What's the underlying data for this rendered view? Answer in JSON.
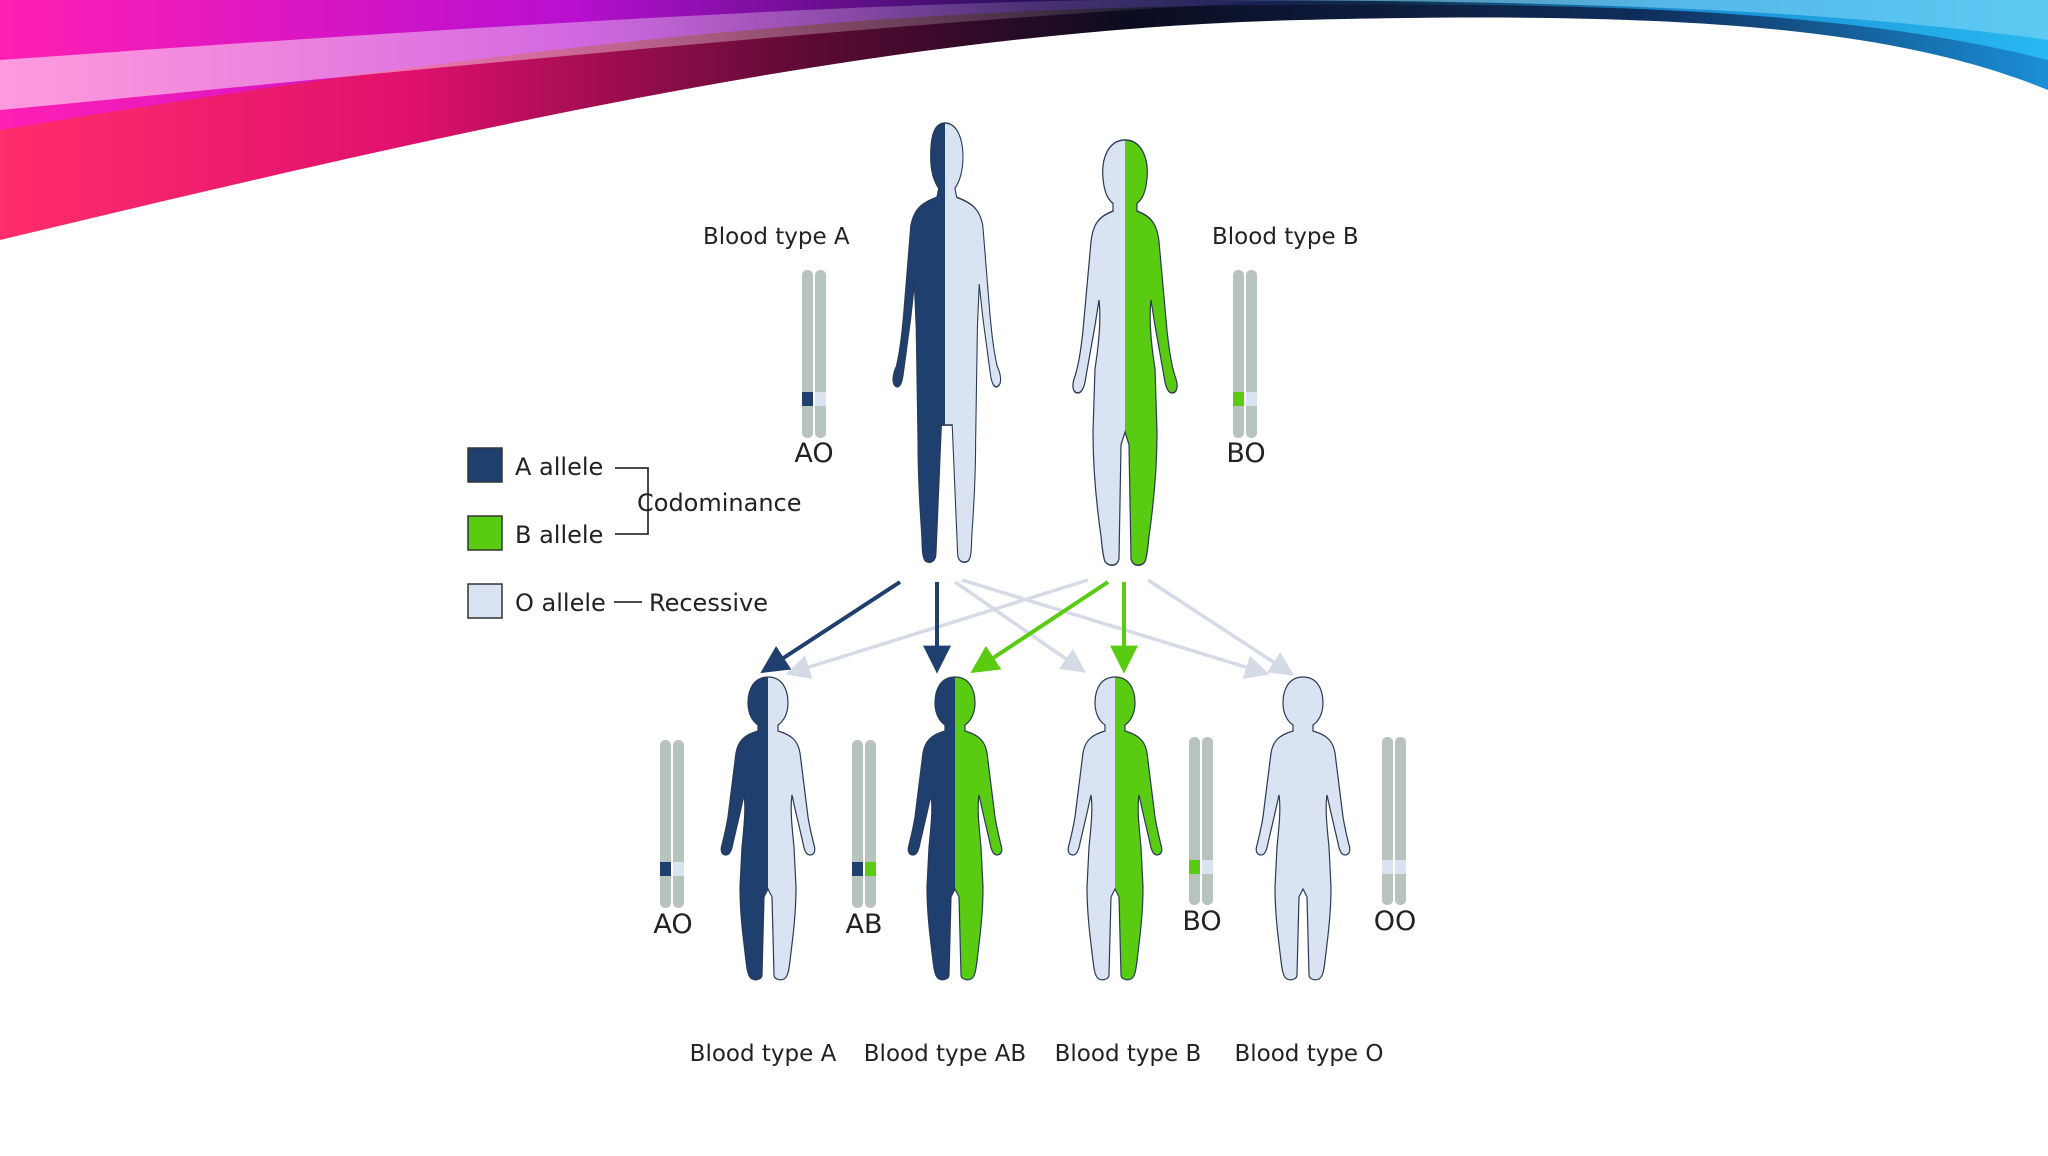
{
  "colors": {
    "a_allele": "#1f3f6e",
    "b_allele": "#59cc12",
    "o_allele": "#d9e3f2",
    "chromosome": "#b9c3bd",
    "arrow_o": "#d4dbe6",
    "text": "#222222"
  },
  "parents": {
    "father": {
      "label": "Blood type A",
      "genotype": "AO",
      "icon": "adult-male-silhouette-icon"
    },
    "mother": {
      "label": "Blood type B",
      "genotype": "BO",
      "icon": "adult-female-silhouette-icon"
    }
  },
  "legend": {
    "a_allele": "A allele",
    "b_allele": "B allele",
    "o_allele": "O allele",
    "codominance": "Codominance",
    "recessive": "Recessive"
  },
  "children": [
    {
      "label": "Blood type A",
      "genotype": "AO"
    },
    {
      "label": "Blood type AB",
      "genotype": "AB"
    },
    {
      "label": "Blood type B",
      "genotype": "BO"
    },
    {
      "label": "Blood type O",
      "genotype": "OO"
    }
  ]
}
